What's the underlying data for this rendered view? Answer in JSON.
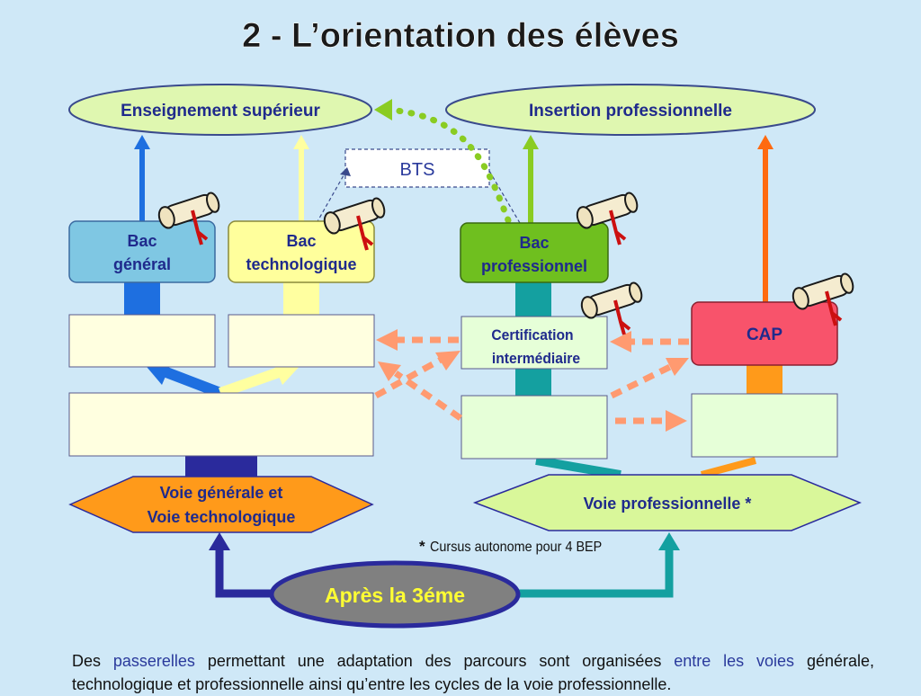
{
  "title": "2 - L’orientation des élèves",
  "top": {
    "enseignement": "Enseignement supérieur",
    "insertion": "Insertion professionnelle",
    "bts": "BTS"
  },
  "bacs": {
    "general_line1": "Bac",
    "general_line2": "général",
    "techno_line1": "Bac",
    "techno_line2": "technologique",
    "pro_line1": "Bac",
    "pro_line2": "professionnel"
  },
  "cert": {
    "line1": "Certification",
    "line2": "intermédiaire"
  },
  "cap": "CAP",
  "voies": {
    "gen_line1": "Voie générale et",
    "gen_line2": "Voie technologique",
    "pro": "Voie professionnelle *"
  },
  "note": {
    "star": "*",
    "text": "Cursus autonome pour 4 BEP"
  },
  "start": "Après la  3éme",
  "footer": {
    "p1": "Des ",
    "passerelles": "passerelles",
    "p2": " permettant une adaptation des parcours sont organisées ",
    "entre": "entre les voies",
    "p3": " générale, technologique et professionnelle ainsi qu’entre les cycles de la voie professionnelle."
  },
  "icons": [
    "diploma-scroll-icon"
  ],
  "colors": {
    "background": "#cfe8f7",
    "oval_green": "#dff7b0",
    "bac_general": "#7fc7e3",
    "bac_techno": "#ffff9c",
    "bac_pro": "#6fbf1f",
    "cap": "#f8536b",
    "voie_gen": "#ff9a1a",
    "voie_pro": "#d9f79a",
    "start_oval": "#808080",
    "dashed_arrows": "#ff9a70",
    "text_blue": "#1f2a8c"
  }
}
